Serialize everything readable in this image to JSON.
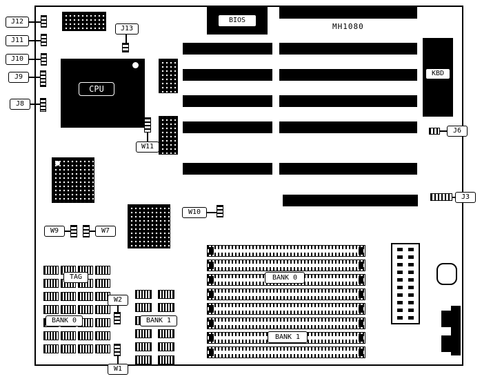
{
  "board": {
    "model_label": "MH1080"
  },
  "chips": {
    "bios_label": "BIOS",
    "cpu_label": "CPU",
    "kbd_label": "KBD"
  },
  "jumper_labels": {
    "j3": "J3",
    "j6": "J6",
    "j8": "J8",
    "j9": "J9",
    "j10": "J10",
    "j11": "J11",
    "j12": "J12",
    "j13": "J13",
    "w1": "W1",
    "w2": "W2",
    "w7": "W7",
    "w9": "W9",
    "w10": "W10",
    "w11": "W11"
  },
  "memory_labels": {
    "tag": "TAG",
    "cache_bank0": "BANK 0",
    "cache_bank1": "BANK 1",
    "simm_bank0": "BANK 0",
    "simm_bank1": "BANK 1"
  }
}
